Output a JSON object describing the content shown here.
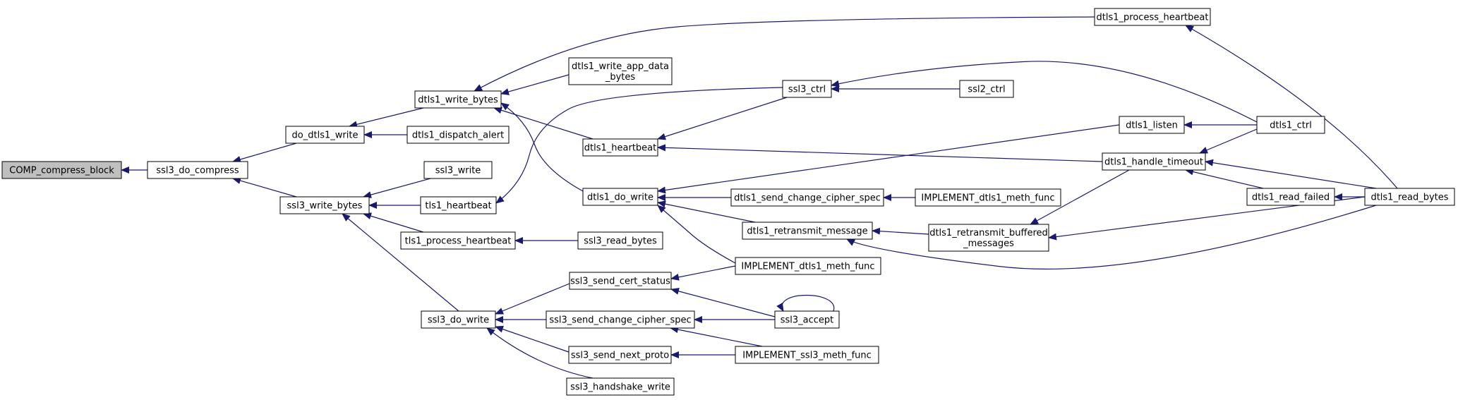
{
  "colors": {
    "node_fill": "#ffffff",
    "node_stroke": "#000000",
    "focus_fill": "#bfbfbf",
    "edge": "#191970"
  },
  "nodes": [
    {
      "id": "comp_compress_block",
      "lines": [
        "COMP_compress_block"
      ],
      "focus": true
    },
    {
      "id": "ssl3_do_compress",
      "lines": [
        "ssl3_do_compress"
      ]
    },
    {
      "id": "do_dtls1_write",
      "lines": [
        "do_dtls1_write"
      ]
    },
    {
      "id": "ssl3_write_bytes",
      "lines": [
        "ssl3_write_bytes"
      ]
    },
    {
      "id": "dtls1_write_bytes",
      "lines": [
        "dtls1_write_bytes"
      ]
    },
    {
      "id": "dtls1_dispatch_alert",
      "lines": [
        "dtls1_dispatch_alert"
      ]
    },
    {
      "id": "ssl3_write",
      "lines": [
        "ssl3_write"
      ]
    },
    {
      "id": "tls1_heartbeat",
      "lines": [
        "tls1_heartbeat"
      ]
    },
    {
      "id": "tls1_process_heartbeat",
      "lines": [
        "tls1_process_heartbeat"
      ]
    },
    {
      "id": "ssl3_do_write",
      "lines": [
        "ssl3_do_write"
      ]
    },
    {
      "id": "dtls1_write_app_data_bytes",
      "lines": [
        "dtls1_write_app_data",
        "_bytes"
      ]
    },
    {
      "id": "dtls1_heartbeat",
      "lines": [
        "dtls1_heartbeat"
      ]
    },
    {
      "id": "dtls1_do_write",
      "lines": [
        "dtls1_do_write"
      ]
    },
    {
      "id": "ssl3_read_bytes",
      "lines": [
        "ssl3_read_bytes"
      ]
    },
    {
      "id": "ssl3_send_cert_status",
      "lines": [
        "ssl3_send_cert_status"
      ]
    },
    {
      "id": "ssl3_send_change_cipher_spec",
      "lines": [
        "ssl3_send_change_cipher_spec"
      ]
    },
    {
      "id": "ssl3_send_next_proto",
      "lines": [
        "ssl3_send_next_proto"
      ]
    },
    {
      "id": "ssl3_handshake_write",
      "lines": [
        "ssl3_handshake_write"
      ]
    },
    {
      "id": "ssl3_ctrl",
      "lines": [
        "ssl3_ctrl"
      ]
    },
    {
      "id": "dtls1_send_change_cipher_spec",
      "lines": [
        "dtls1_send_change_cipher_spec"
      ]
    },
    {
      "id": "dtls1_retransmit_message",
      "lines": [
        "dtls1_retransmit_message"
      ]
    },
    {
      "id": "implement_dtls1_meth_func_a",
      "lines": [
        "IMPLEMENT_dtls1_meth_func"
      ]
    },
    {
      "id": "ssl3_accept",
      "lines": [
        "ssl3_accept"
      ]
    },
    {
      "id": "implement_ssl3_meth_func",
      "lines": [
        "IMPLEMENT_ssl3_meth_func"
      ]
    },
    {
      "id": "ssl2_ctrl",
      "lines": [
        "ssl2_ctrl"
      ]
    },
    {
      "id": "implement_dtls1_meth_func_b",
      "lines": [
        "IMPLEMENT_dtls1_meth_func"
      ]
    },
    {
      "id": "dtls1_retransmit_buffered_messages",
      "lines": [
        "dtls1_retransmit_buffered",
        "_messages"
      ]
    },
    {
      "id": "dtls1_process_heartbeat",
      "lines": [
        "dtls1_process_heartbeat"
      ]
    },
    {
      "id": "dtls1_listen",
      "lines": [
        "dtls1_listen"
      ]
    },
    {
      "id": "dtls1_handle_timeout",
      "lines": [
        "dtls1_handle_timeout"
      ]
    },
    {
      "id": "dtls1_ctrl",
      "lines": [
        "dtls1_ctrl"
      ]
    },
    {
      "id": "dtls1_read_failed",
      "lines": [
        "dtls1_read_failed"
      ]
    },
    {
      "id": "dtls1_read_bytes",
      "lines": [
        "dtls1_read_bytes"
      ]
    }
  ],
  "edges": [
    {
      "from": "ssl3_do_compress",
      "to": "comp_compress_block"
    },
    {
      "from": "do_dtls1_write",
      "to": "ssl3_do_compress"
    },
    {
      "from": "ssl3_write_bytes",
      "to": "ssl3_do_compress"
    },
    {
      "from": "dtls1_write_bytes",
      "to": "do_dtls1_write"
    },
    {
      "from": "dtls1_dispatch_alert",
      "to": "do_dtls1_write"
    },
    {
      "from": "ssl3_write",
      "to": "ssl3_write_bytes"
    },
    {
      "from": "tls1_heartbeat",
      "to": "ssl3_write_bytes"
    },
    {
      "from": "tls1_process_heartbeat",
      "to": "ssl3_write_bytes"
    },
    {
      "from": "ssl3_do_write",
      "to": "ssl3_write_bytes"
    },
    {
      "from": "dtls1_write_app_data_bytes",
      "to": "dtls1_write_bytes"
    },
    {
      "from": "dtls1_heartbeat",
      "to": "dtls1_write_bytes"
    },
    {
      "from": "dtls1_process_heartbeat",
      "to": "dtls1_write_bytes"
    },
    {
      "from": "dtls1_do_write",
      "to": "dtls1_write_bytes"
    },
    {
      "from": "ssl3_ctrl",
      "to": "tls1_heartbeat"
    },
    {
      "from": "ssl3_read_bytes",
      "to": "tls1_process_heartbeat"
    },
    {
      "from": "ssl3_send_cert_status",
      "to": "ssl3_do_write"
    },
    {
      "from": "ssl3_send_change_cipher_spec",
      "to": "ssl3_do_write"
    },
    {
      "from": "ssl3_send_next_proto",
      "to": "ssl3_do_write"
    },
    {
      "from": "ssl3_handshake_write",
      "to": "ssl3_do_write"
    },
    {
      "from": "ssl3_ctrl",
      "to": "dtls1_heartbeat"
    },
    {
      "from": "dtls1_handle_timeout",
      "to": "dtls1_heartbeat"
    },
    {
      "from": "dtls1_listen",
      "to": "dtls1_do_write"
    },
    {
      "from": "dtls1_send_change_cipher_spec",
      "to": "dtls1_do_write"
    },
    {
      "from": "dtls1_retransmit_message",
      "to": "dtls1_do_write"
    },
    {
      "from": "implement_dtls1_meth_func_a",
      "to": "dtls1_do_write"
    },
    {
      "from": "implement_dtls1_meth_func_a",
      "to": "ssl3_send_cert_status"
    },
    {
      "from": "ssl3_accept",
      "to": "ssl3_send_cert_status"
    },
    {
      "from": "ssl3_accept",
      "to": "ssl3_send_change_cipher_spec"
    },
    {
      "from": "implement_ssl3_meth_func",
      "to": "ssl3_send_change_cipher_spec"
    },
    {
      "from": "implement_ssl3_meth_func",
      "to": "ssl3_send_next_proto"
    },
    {
      "from": "ssl2_ctrl",
      "to": "ssl3_ctrl"
    },
    {
      "from": "dtls1_ctrl",
      "to": "ssl3_ctrl"
    },
    {
      "from": "implement_dtls1_meth_func_b",
      "to": "dtls1_send_change_cipher_spec"
    },
    {
      "from": "dtls1_retransmit_buffered_messages",
      "to": "dtls1_retransmit_message"
    },
    {
      "from": "dtls1_read_bytes",
      "to": "dtls1_retransmit_message"
    },
    {
      "from": "ssl3_accept",
      "to": "ssl3_accept"
    },
    {
      "from": "dtls1_read_bytes",
      "to": "dtls1_retransmit_buffered_messages"
    },
    {
      "from": "dtls1_read_bytes",
      "to": "dtls1_process_heartbeat"
    },
    {
      "from": "dtls1_ctrl",
      "to": "dtls1_listen"
    },
    {
      "from": "dtls1_ctrl",
      "to": "dtls1_handle_timeout"
    },
    {
      "from": "dtls1_read_failed",
      "to": "dtls1_handle_timeout"
    },
    {
      "from": "dtls1_read_bytes",
      "to": "dtls1_handle_timeout"
    },
    {
      "from": "dtls1_handle_timeout",
      "to": "dtls1_retransmit_buffered_messages"
    },
    {
      "from": "dtls1_read_bytes",
      "to": "dtls1_read_failed"
    }
  ]
}
